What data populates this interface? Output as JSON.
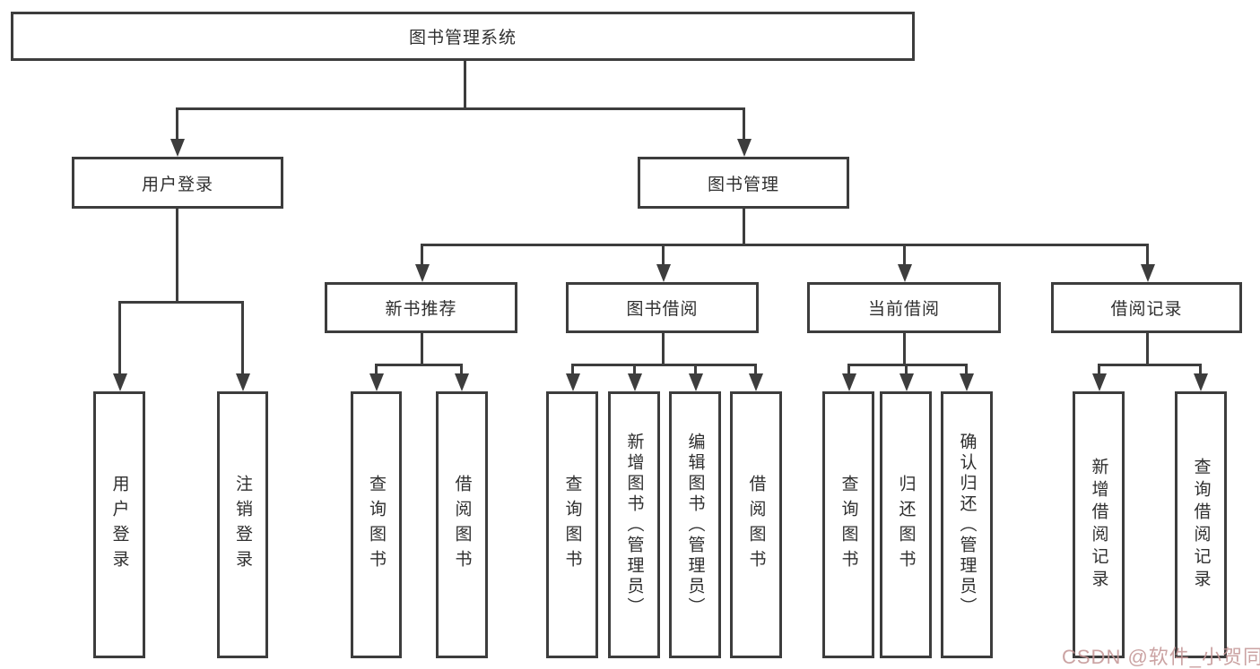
{
  "colors": {
    "line": "#3d3d3d",
    "text": "#2f2f2f",
    "background": "#ffffff",
    "watermark": "#c49696"
  },
  "nodes": {
    "root": "图书管理系统",
    "user_login": "用户登录",
    "book_mgmt": "图书管理",
    "new_rec": "新书推荐",
    "borrow": "图书借阅",
    "current": "当前借阅",
    "records": "借阅记录",
    "leaf_user_login": "用户登录",
    "leaf_logout": "注销登录",
    "rec_query": "查询图书",
    "rec_borrow": "借阅图书",
    "bb_query": "查询图书",
    "bb_add": "新增图书（管理员）",
    "bb_edit": "编辑图书（管理员）",
    "bb_borrow": "借阅图书",
    "cb_query": "查询图书",
    "cb_return": "归还图书",
    "cb_confirm": "确认归还（管理员）",
    "br_add": "新增借阅记录",
    "br_query": "查询借阅记录"
  },
  "watermark": "CSDN @软件_小贺同学"
}
